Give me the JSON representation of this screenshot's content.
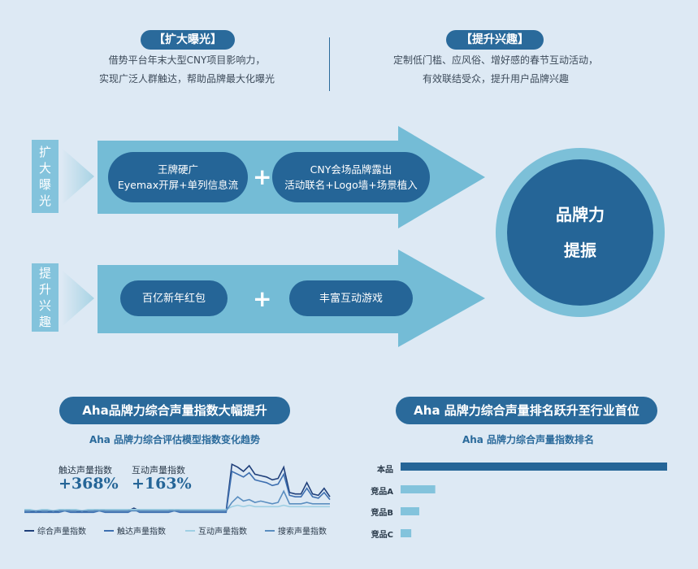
{
  "top": {
    "left": {
      "title": "【扩大曝光】",
      "line1": "借势平台年末大型CNY项目影响力，",
      "line2": "实现广泛人群触达，帮助品牌最大化曝光"
    },
    "right": {
      "title": "【提升兴趣】",
      "line1": "定制低门槛、应风俗、增好感的春节互动活动，",
      "line2": "有效联结受众，提升用户品牌兴趣"
    }
  },
  "flow": {
    "row1": {
      "label_chars": [
        "扩",
        "大",
        "曝",
        "光"
      ],
      "item1_line1": "王牌硬广",
      "item1_line2": "Eyemax开屏+单列信息流",
      "plus": "+",
      "item2_line1": "CNY会场品牌露出",
      "item2_line2": "活动联名+Logo墙+场景植入"
    },
    "row2": {
      "label_chars": [
        "提",
        "升",
        "兴",
        "趣"
      ],
      "item1": "百亿新年红包",
      "plus": "+",
      "item2": "丰富互动游戏"
    },
    "result": {
      "line1": "品牌力",
      "line2": "提振"
    }
  },
  "colors": {
    "background": "#dde9f4",
    "primary": "#256597",
    "light": "#83c3dc",
    "arrow": "#74bcd6"
  },
  "left_panel": {
    "title": "Aha品牌力综合声量指数大幅提升",
    "subtitle": "Aha 品牌力综合评估模型指数变化趋势",
    "metrics": [
      {
        "label": "触达声量指数",
        "value": "+368%"
      },
      {
        "label": "互动声量指数",
        "value": "+163%"
      }
    ],
    "legend": [
      "综合声量指数",
      "触达声量指数",
      "互动声量指数",
      "搜索声量指数"
    ]
  },
  "right_panel": {
    "title": "Aha 品牌力综合声量排名跃升至行业首位",
    "subtitle": "Aha 品牌力综合声量指数排名"
  },
  "chart_data": [
    {
      "type": "line",
      "title": "",
      "x": [
        0,
        1,
        2,
        3,
        4,
        5,
        6,
        7,
        8,
        9,
        10,
        11,
        12,
        13,
        14,
        15,
        16,
        17,
        18,
        19,
        20,
        21,
        22,
        23,
        24,
        25,
        26,
        27,
        28,
        29,
        30,
        31,
        32,
        33,
        34,
        35,
        36,
        37,
        38,
        39,
        40,
        41,
        42,
        43,
        44,
        45,
        46,
        47,
        48,
        49
      ],
      "series": [
        {
          "name": "综合声量指数",
          "color": "#1f3f7a",
          "values": [
            2,
            2,
            1,
            2,
            2,
            1,
            2,
            3,
            2,
            2,
            1,
            2,
            2,
            3,
            2,
            2,
            2,
            2,
            2,
            4,
            2,
            2,
            2,
            2,
            2,
            2,
            3,
            2,
            2,
            2,
            2,
            2,
            2,
            2,
            2,
            2,
            35,
            33,
            30,
            34,
            28,
            27,
            26,
            24,
            25,
            33,
            15,
            14,
            14,
            22,
            14,
            13,
            18,
            12
          ]
        },
        {
          "name": "触达声量指数",
          "color": "#3d6fb0",
          "values": [
            1,
            1,
            1,
            1,
            1,
            1,
            1,
            2,
            1,
            1,
            1,
            1,
            1,
            2,
            1,
            1,
            1,
            1,
            1,
            3,
            1,
            1,
            1,
            1,
            1,
            1,
            2,
            1,
            1,
            1,
            1,
            1,
            1,
            1,
            1,
            1,
            30,
            28,
            26,
            29,
            24,
            23,
            22,
            20,
            21,
            28,
            13,
            12,
            12,
            18,
            12,
            11,
            15,
            10
          ]
        },
        {
          "name": "互动声量指数",
          "color": "#9fd0e4",
          "values": [
            3,
            3,
            2,
            3,
            3,
            2,
            3,
            3,
            3,
            3,
            2,
            3,
            3,
            3,
            3,
            3,
            3,
            3,
            3,
            3,
            3,
            3,
            3,
            3,
            3,
            3,
            3,
            3,
            3,
            3,
            3,
            3,
            3,
            3,
            3,
            3,
            5,
            6,
            5,
            6,
            5,
            5,
            5,
            5,
            5,
            6,
            5,
            5,
            5,
            5,
            5,
            5,
            5,
            5
          ]
        },
        {
          "name": "搜索声量指数",
          "color": "#5a8ec0",
          "values": [
            2,
            2,
            2,
            2,
            2,
            2,
            2,
            2,
            2,
            2,
            2,
            2,
            2,
            2,
            2,
            2,
            2,
            2,
            2,
            2,
            2,
            2,
            2,
            2,
            2,
            2,
            2,
            2,
            2,
            2,
            2,
            2,
            2,
            2,
            2,
            2,
            8,
            12,
            9,
            10,
            8,
            9,
            8,
            7,
            8,
            16,
            7,
            7,
            7,
            8,
            7,
            7,
            7,
            7
          ]
        }
      ]
    },
    {
      "type": "bar",
      "title": "",
      "orientation": "horizontal",
      "categories": [
        "本品",
        "竞品A",
        "竞品B",
        "竞品C"
      ],
      "values": [
        100,
        13,
        7,
        4
      ],
      "colors": [
        "#256597",
        "#83c3dc",
        "#83c3dc",
        "#83c3dc"
      ]
    }
  ]
}
